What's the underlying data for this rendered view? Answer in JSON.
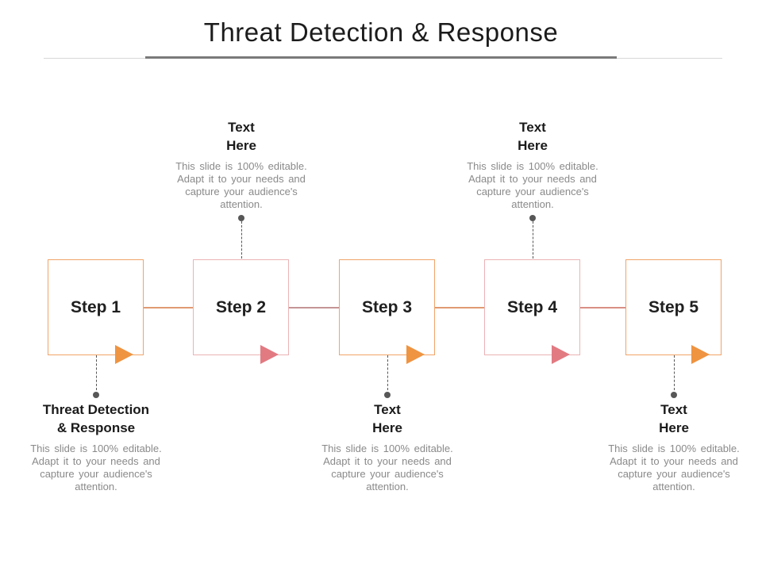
{
  "slide": {
    "title": "Threat Detection & Response",
    "colors": {
      "orange_fill": "#EF9441",
      "orange_border": "#F1A469",
      "pink_fill": "#E27A82",
      "pink_border": "#EBB3B5",
      "heading_text": "#1A1A1A",
      "body_text": "#8A8A8A",
      "dot": "#575757",
      "rule_dark": "#7A7A7A",
      "rule_light": "#D8D8D8",
      "connectors": [
        "#E09A72",
        "#C49596",
        "#E09A72",
        "#D98F84"
      ]
    },
    "steps": [
      {
        "label": "Step 1",
        "theme": "orange"
      },
      {
        "label": "Step 2",
        "theme": "pink"
      },
      {
        "label": "Step 3",
        "theme": "orange"
      },
      {
        "label": "Step 4",
        "theme": "pink"
      },
      {
        "label": "Step 5",
        "theme": "orange"
      }
    ],
    "annotations": {
      "top": [
        {
          "heading": "Text\nHere",
          "body": "This slide is 100% editable. Adapt it to your needs and capture your audience's attention."
        },
        {
          "heading": "Text\nHere",
          "body": "This slide is 100% editable. Adapt it to your needs and capture your audience's attention."
        }
      ],
      "bottom": [
        {
          "heading": "Threat Detection\n& Response",
          "body": "This slide is 100% editable. Adapt it to your needs and capture your audience's attention."
        },
        {
          "heading": "Text\nHere",
          "body": "This slide is 100% editable. Adapt it to your needs and capture your audience's attention."
        },
        {
          "heading": "Text\nHere",
          "body": "This slide is 100% editable. Adapt it to your needs and capture your audience's attention."
        }
      ]
    }
  }
}
